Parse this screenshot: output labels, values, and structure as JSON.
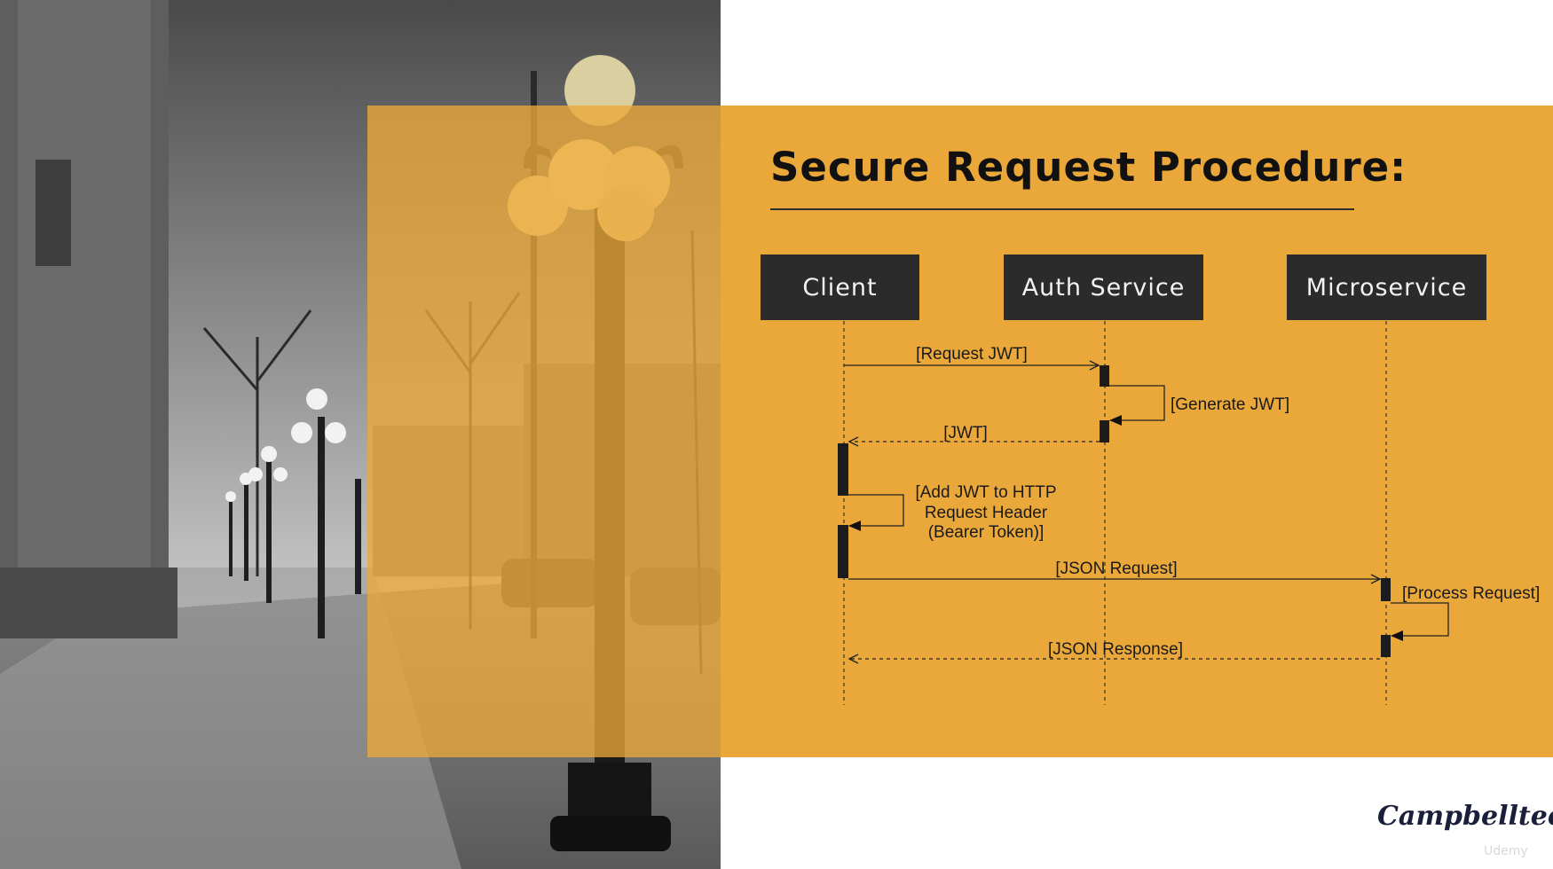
{
  "title": "Secure Request Procedure:",
  "actors": {
    "client": "Client",
    "auth": "Auth Service",
    "micro": "Microservice"
  },
  "messages": {
    "request_jwt": "[Request JWT]",
    "generate_jwt": "[Generate JWT]",
    "jwt": "[JWT]",
    "add_jwt_1": "[Add JWT to HTTP",
    "add_jwt_2": "Request Header",
    "add_jwt_3": "(Bearer Token)]",
    "json_request": "[JSON Request]",
    "process_request": "[Process Request]",
    "json_response": "[JSON Response]"
  },
  "brand": {
    "logo": "Campbelltech",
    "watermark": "Udemy"
  },
  "colors": {
    "panel": "#EAA83A",
    "actor_box": "#2B2B2B",
    "text": "#111111"
  }
}
